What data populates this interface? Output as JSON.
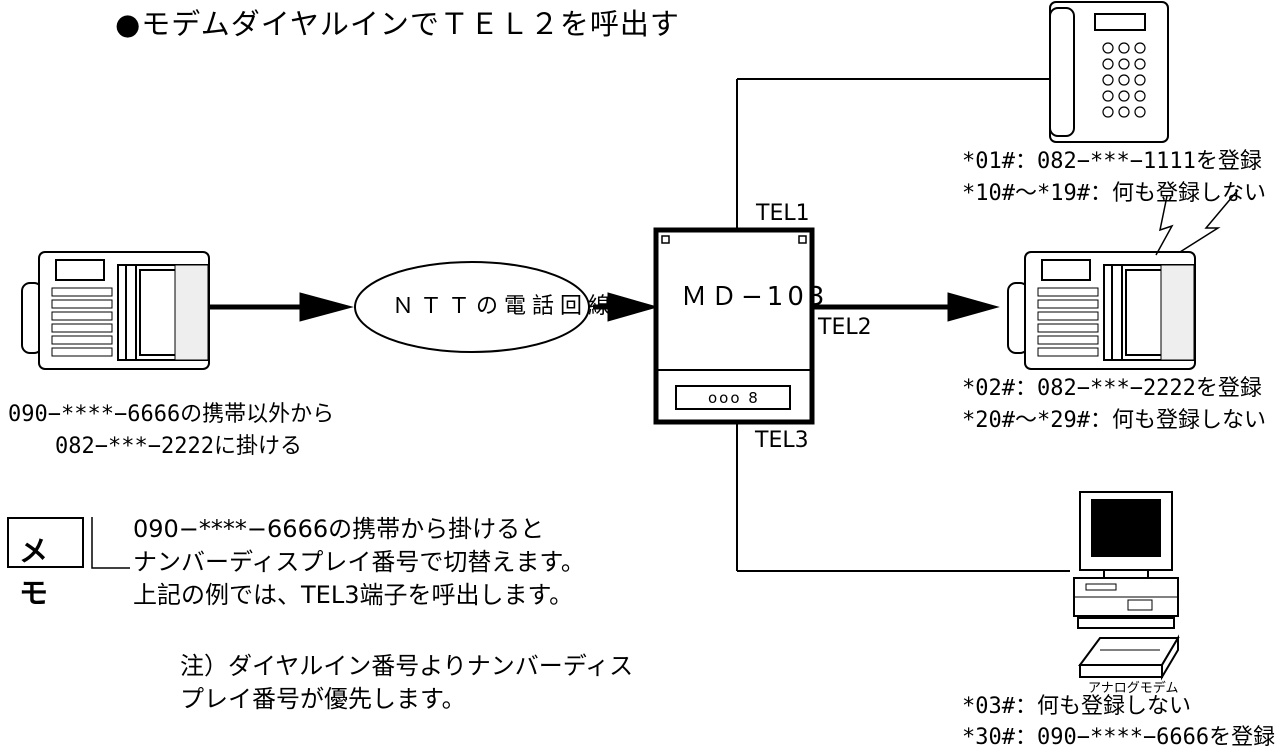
{
  "title": "●モデムダイヤルインでＴＥＬ２を呼出す",
  "ntt_line": "ＮＴＴの電話回線",
  "device": {
    "name": "ＭＤ−103",
    "panel": "ooo 8"
  },
  "ports": {
    "tel1": "TEL1",
    "tel2": "TEL2",
    "tel3": "TEL3"
  },
  "caller": {
    "line1": "090−****−6666の携帯以外から",
    "line2": "082−***−2222に掛ける"
  },
  "tel1_settings": {
    "line1": "*01#：082−***−1111を登録",
    "line2": "*10#〜*19#：何も登録しない"
  },
  "tel2_settings": {
    "line1": "*02#：082−***−2222を登録",
    "line2": "*20#〜*29#：何も登録しない"
  },
  "tel3_device_label": "アナログモデム",
  "tel3_settings": {
    "line1": "*03#：何も登録しない",
    "line2": "*30#：090−****−6666を登録"
  },
  "memo": {
    "tag": "メモ",
    "line1": "090−****−6666の携帯から掛けると",
    "line2": "ナンバーディスプレイ番号で切替えます。",
    "line3": "上記の例では、TEL3端子を呼出します。",
    "note1": "注）ダイヤルイン番号よりナンバーディス",
    "note2": "プレイ番号が優先します。"
  },
  "icons": [
    "fax-phone-icon",
    "desk-phone-icon",
    "computer-icon",
    "modem-icon",
    "ringing-icon",
    "arrow-icon"
  ]
}
